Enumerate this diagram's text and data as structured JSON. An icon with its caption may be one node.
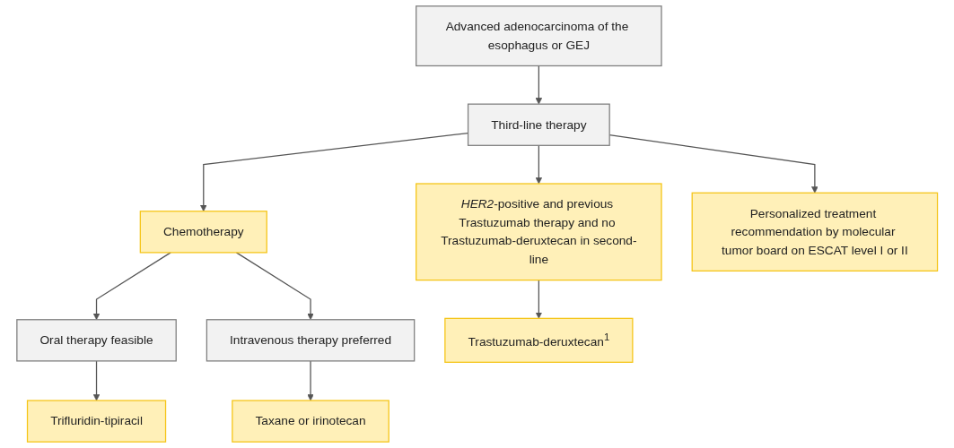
{
  "diagram": {
    "nodes": [
      {
        "text": [
          "Advanced adenocarcinoma of the esophagus or GEJ"
        ]
      },
      {
        "text": [
          "Third-line therapy"
        ]
      },
      {
        "text": [
          "*HER2*-positive and previous Trastuzumab therapy and no Trastuzumab-deruxtecan in second-line"
        ]
      },
      {
        "text": [
          "Chemotherapy"
        ]
      },
      {
        "text": [
          "Personalized treatment recommendation by molecular tumor board on ESCAT level I or II"
        ]
      },
      {
        "text": [
          "Oral therapy feasible"
        ]
      },
      {
        "text": [
          "Intravenous therapy preferred"
        ]
      },
      {
        "text": [
          "Trastuzumab-deruxtecan$^{1}$"
        ]
      },
      {
        "text": [
          "Trifluridin-tipiracil"
        ]
      },
      {
        "text": [
          "Taxane or irinotecan"
        ]
      }
    ],
    "edges": [
      {
        "from": 0,
        "to": 1,
        "arrow": "to"
      },
      {
        "from": 1,
        "to": 2,
        "arrow": "to"
      },
      {
        "from": 1,
        "to": 3,
        "arrow": "to"
      },
      {
        "from": 1,
        "to": 4,
        "arrow": "to"
      },
      {
        "from": 3,
        "to": 5,
        "arrow": "to"
      },
      {
        "from": 3,
        "to": 6,
        "arrow": "to"
      },
      {
        "from": 2,
        "to": 7,
        "arrow": "to"
      },
      {
        "from": 5,
        "to": 8,
        "arrow": "to"
      },
      {
        "from": 6,
        "to": 9,
        "arrow": "to"
      }
    ]
  }
}
